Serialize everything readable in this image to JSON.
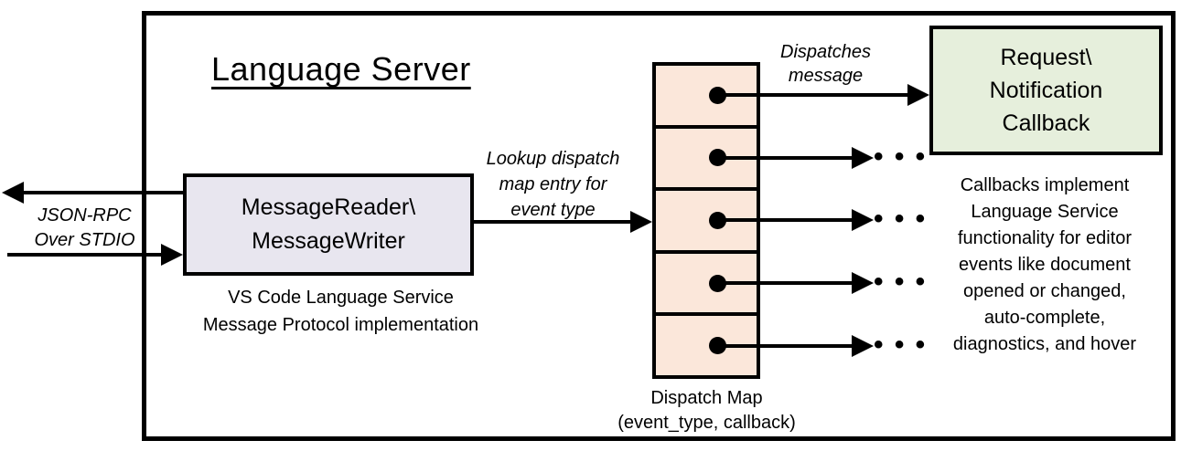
{
  "title": "Language Server",
  "colors": {
    "line": "#000000",
    "reader_fill": "#E8E6EF",
    "dispatch_fill": "#FBE7DA",
    "callback_fill": "#E6EFDC"
  },
  "io": {
    "label": "JSON-RPC\nOver STDIO"
  },
  "reader": {
    "label": "MessageReader\\\nMessageWriter",
    "caption": "VS Code Language Service\nMessage Protocol implementation"
  },
  "lookup": {
    "label": "Lookup dispatch\nmap entry for\nevent type"
  },
  "dispatch_map": {
    "row_count": 5,
    "caption": "Dispatch Map\n(event_type, callback)"
  },
  "dispatch": {
    "label": "Dispatches\nmessage"
  },
  "callback": {
    "label": "Request\\\nNotification\nCallback",
    "note": "Callbacks implement\nLanguage Service\nfunctionality for editor\nevents like document\nopened or changed,\nauto-complete,\ndiagnostics, and hover"
  },
  "ellipsis": "• • •"
}
